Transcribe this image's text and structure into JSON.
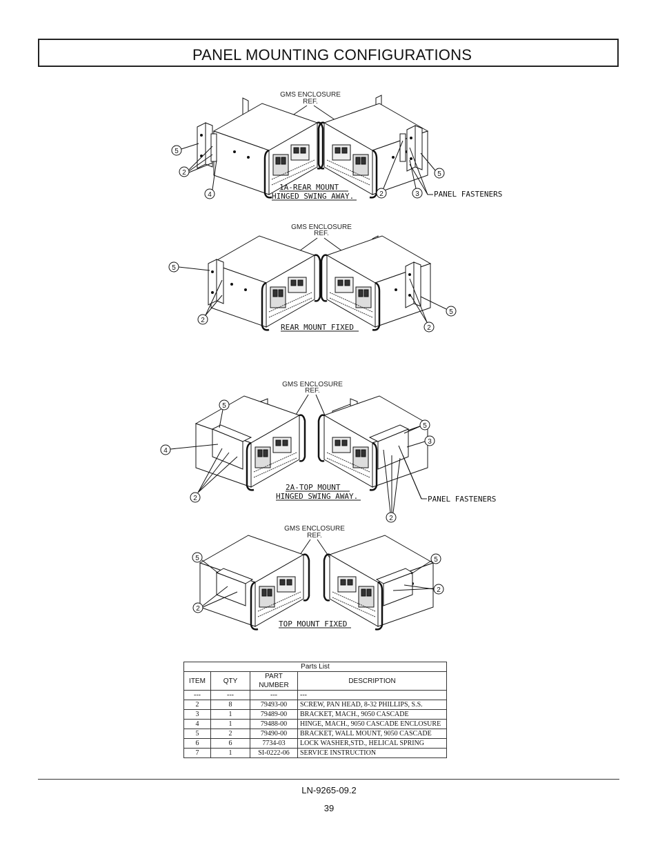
{
  "page": {
    "title": "PANEL MOUNTING CONFIGURATIONS",
    "doc_number": "LN-9265-09.2",
    "page_number": "39"
  },
  "figures": {
    "enclosure_ref_line1": "GMS ENCLOSURE",
    "enclosure_ref_line2": "REF.",
    "panel_fasteners": "PANEL FASTENERS",
    "fig1_caption_1": "1A-REAR MOUNT",
    "fig1_caption_2": "HINGED SWING AWAY.",
    "fig2_caption": "REAR MOUNT FIXED",
    "fig3_caption_1": "2A-TOP MOUNT",
    "fig3_caption_2": "HINGED SWING AWAY.",
    "fig4_caption": "TOP MOUNT FIXED",
    "bubbles": {
      "b2": "2",
      "b3": "3",
      "b4": "4",
      "b5": "5"
    }
  },
  "parts_list": {
    "caption": "Parts List",
    "headers": {
      "item": "ITEM",
      "qty": "QTY",
      "part": "PART NUMBER",
      "desc": "DESCRIPTION"
    },
    "rows": [
      {
        "item": "---",
        "qty": "---",
        "part": "---",
        "desc": "---"
      },
      {
        "item": "2",
        "qty": "8",
        "part": "79493-00",
        "desc": "SCREW, PAN HEAD, 8-32 PHILLIPS, S.S."
      },
      {
        "item": "3",
        "qty": "1",
        "part": "79489-00",
        "desc": "BRACKET, MACH., 9050 CASCADE"
      },
      {
        "item": "4",
        "qty": "1",
        "part": "79488-00",
        "desc": "HINGE, MACH., 9050 CASCADE ENCLOSURE"
      },
      {
        "item": "5",
        "qty": "2",
        "part": "79490-00",
        "desc": "BRACKET, WALL MOUNT, 9050 CASCADE"
      },
      {
        "item": "6",
        "qty": "6",
        "part": "7734-03",
        "desc": "LOCK WASHER,STD., HELICAL SPRING"
      },
      {
        "item": "7",
        "qty": "1",
        "part": "SI-0222-06",
        "desc": "SERVICE INSTRUCTION"
      }
    ]
  }
}
